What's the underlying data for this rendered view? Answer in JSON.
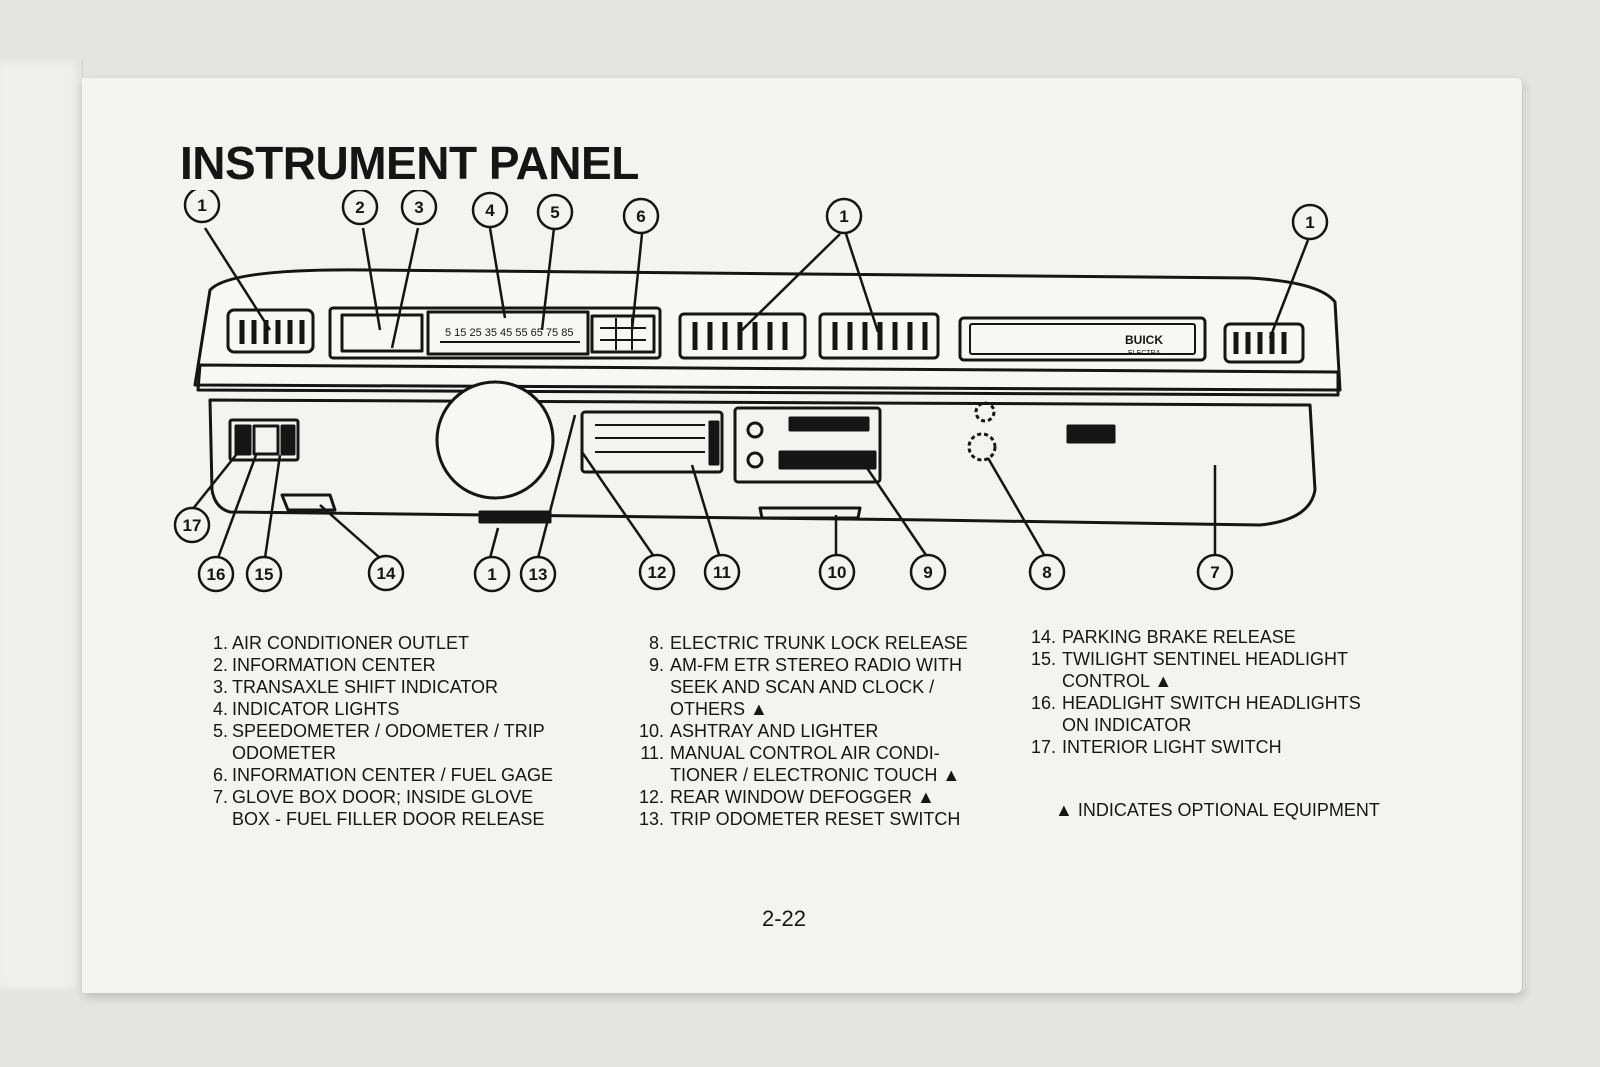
{
  "title": "INSTRUMENT PANEL",
  "callouts": [
    "1",
    "2",
    "3",
    "4",
    "5",
    "6",
    "1",
    "1",
    "17",
    "16",
    "15",
    "14",
    "1",
    "13",
    "12",
    "11",
    "10",
    "9",
    "8",
    "7"
  ],
  "legend_col_1": [
    {
      "num": "1.",
      "text": "AIR CONDITIONER OUTLET"
    },
    {
      "num": "2.",
      "text": "INFORMATION CENTER"
    },
    {
      "num": "3.",
      "text": "TRANSAXLE SHIFT INDICATOR"
    },
    {
      "num": "4.",
      "text": "INDICATOR LIGHTS"
    },
    {
      "num": "5.",
      "text": "SPEEDOMETER / ODOMETER / TRIP ODOMETER"
    },
    {
      "num": "6.",
      "text": "INFORMATION CENTER / FUEL GAGE"
    },
    {
      "num": "7.",
      "text": "GLOVE BOX DOOR; INSIDE GLOVE BOX - FUEL FILLER DOOR RELEASE"
    }
  ],
  "legend_col_2": [
    {
      "num": "8.",
      "text": "ELECTRIC TRUNK LOCK RELEASE"
    },
    {
      "num": "9.",
      "text": "AM-FM ETR STEREO RADIO WITH SEEK AND SCAN AND CLOCK / OTHERS ▲"
    },
    {
      "num": "10.",
      "text": "ASHTRAY AND LIGHTER"
    },
    {
      "num": "11.",
      "text": "MANUAL CONTROL AIR CONDI-TIONER / ELECTRONIC TOUCH ▲"
    },
    {
      "num": "12.",
      "text": "REAR WINDOW DEFOGGER ▲"
    },
    {
      "num": "13.",
      "text": "TRIP ODOMETER RESET SWITCH"
    }
  ],
  "legend_col_3": [
    {
      "num": "14.",
      "text": "PARKING BRAKE RELEASE"
    },
    {
      "num": "15.",
      "text": "TWILIGHT SENTINEL HEADLIGHT CONTROL ▲"
    },
    {
      "num": "16.",
      "text": "HEADLIGHT SWITCH HEADLIGHTS ON INDICATOR"
    },
    {
      "num": "17.",
      "text": "INTERIOR LIGHT SWITCH"
    }
  ],
  "speedo_scale": "5 15 25 35 45 55 65 75 85",
  "badge": {
    "brand": "BUICK",
    "model": "ELECTRA"
  },
  "optional_note": "▲ INDICATES OPTIONAL EQUIPMENT",
  "page_number": "2-22",
  "colors": {
    "ink": "#151515",
    "paper": "#f3f3f1",
    "background": "#e4e4e2"
  }
}
